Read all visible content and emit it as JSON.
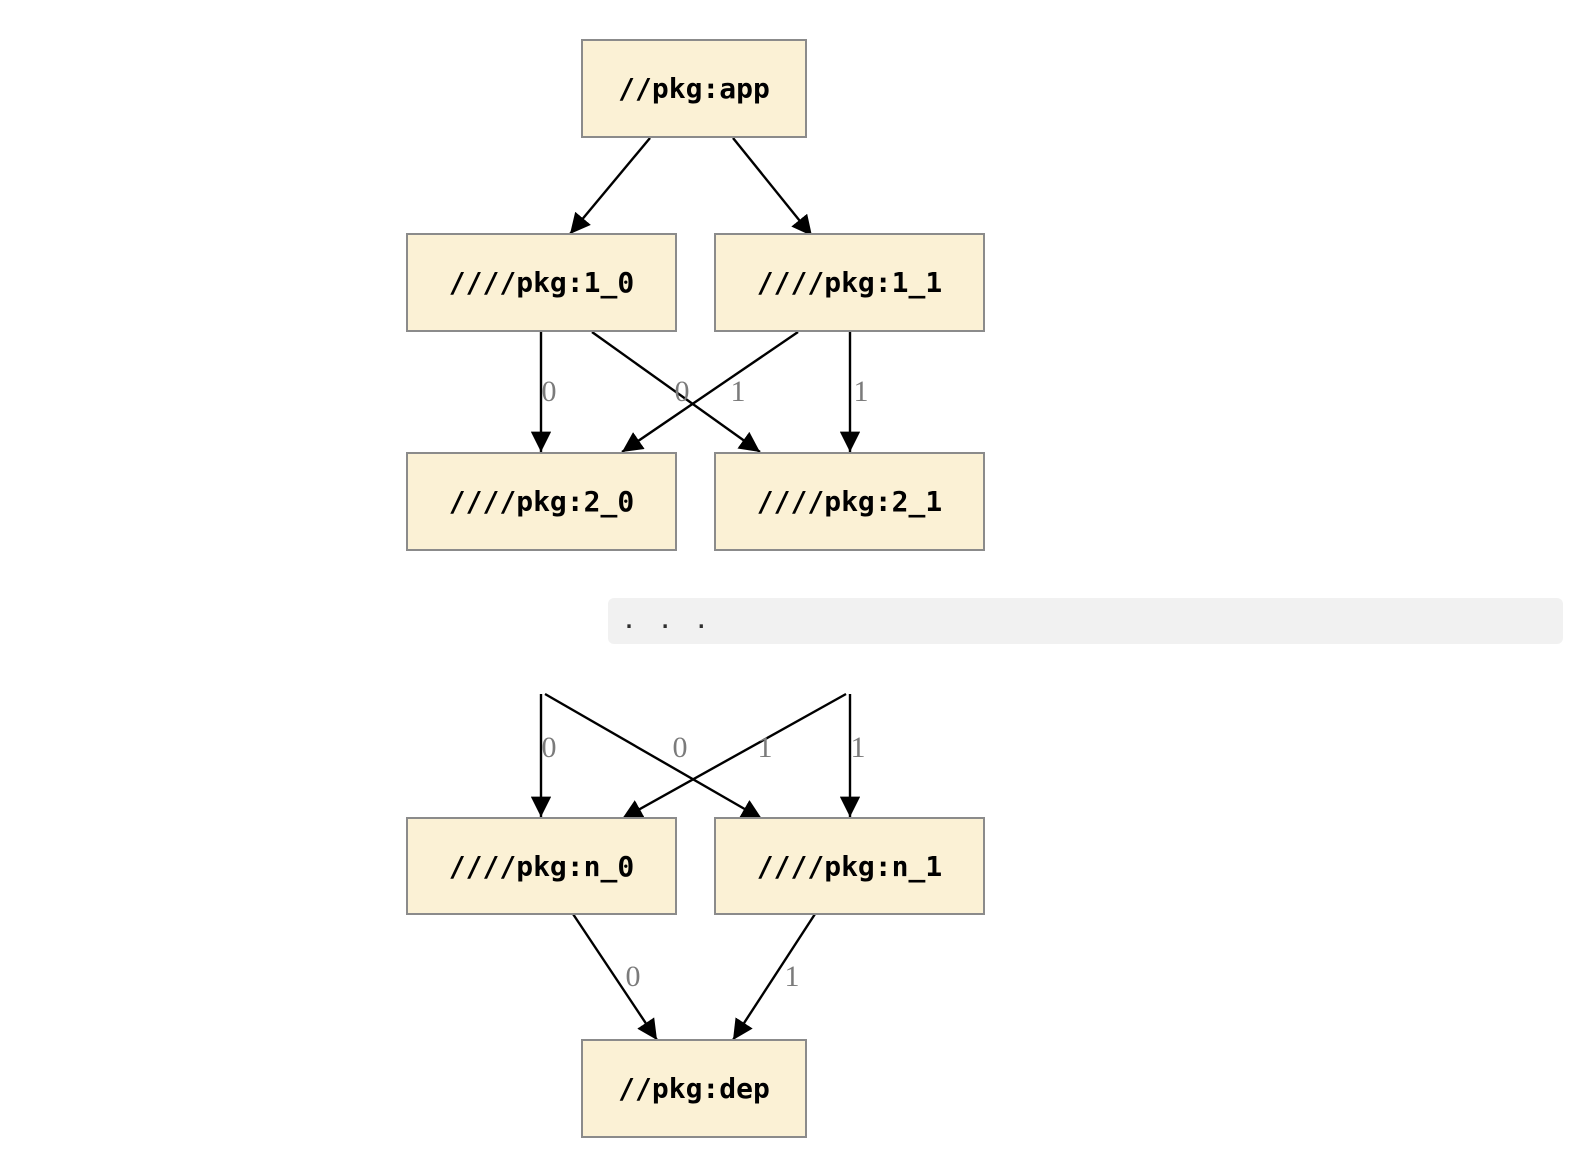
{
  "colors": {
    "node_fill": "#FBF1D5",
    "node_border": "#8b8b8b",
    "edge_color": "#000000",
    "edge_label_color": "#7b7b7b",
    "band_bg": "#f1f1f1",
    "band_text": "#2f2f2f",
    "page_bg": "#ffffff"
  },
  "graph_top": {
    "nodes": [
      {
        "id": "app",
        "label": "//pkg:app"
      },
      {
        "id": "1_0",
        "label": "////pkg:1_0"
      },
      {
        "id": "1_1",
        "label": "////pkg:1_1"
      },
      {
        "id": "2_0",
        "label": "////pkg:2_0"
      },
      {
        "id": "2_1",
        "label": "////pkg:2_1"
      }
    ],
    "edges": [
      {
        "from": "app",
        "to": "1_0",
        "label": ""
      },
      {
        "from": "app",
        "to": "1_1",
        "label": ""
      },
      {
        "from": "1_0",
        "to": "2_0",
        "label": "0"
      },
      {
        "from": "1_1",
        "to": "2_0",
        "label": "0"
      },
      {
        "from": "1_0",
        "to": "2_1",
        "label": "1"
      },
      {
        "from": "1_1",
        "to": "2_1",
        "label": "1"
      }
    ]
  },
  "separator": {
    "text": ".  .  ."
  },
  "graph_bottom": {
    "nodes": [
      {
        "id": "n_0",
        "label": "////pkg:n_0"
      },
      {
        "id": "n_1",
        "label": "////pkg:n_1"
      },
      {
        "id": "dep",
        "label": "//pkg:dep"
      }
    ],
    "edges": [
      {
        "from": "...",
        "to": "n_0",
        "label": "0"
      },
      {
        "from": "...",
        "to": "n_0",
        "label": "0"
      },
      {
        "from": "...",
        "to": "n_1",
        "label": "1"
      },
      {
        "from": "...",
        "to": "n_1",
        "label": "1"
      },
      {
        "from": "n_0",
        "to": "dep",
        "label": "0"
      },
      {
        "from": "n_1",
        "to": "dep",
        "label": "1"
      }
    ]
  }
}
